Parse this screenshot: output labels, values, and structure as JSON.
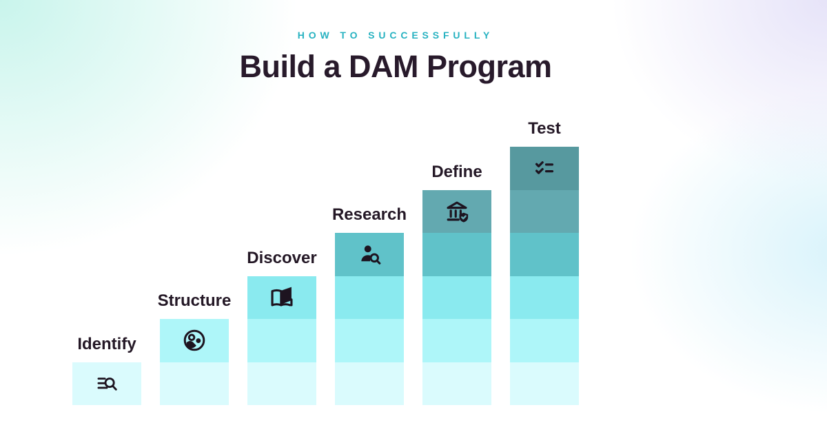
{
  "header": {
    "eyebrow": "HOW TO SUCCESSFULLY",
    "title": "Build a DAM Program"
  },
  "colors": {
    "eyebrow_teal": "#27b2c1",
    "title_dark": "#281a2b",
    "label_dark": "#241826",
    "icon_dark": "#1d1420",
    "shield_check_on_teal": "#63a9b0",
    "bg_corner_mint": "#c6f4eb",
    "bg_corner_lavender": "#e5e2f8",
    "bg_right_cyan": "#d2f1fa",
    "segment_levels_bottom_to_top": [
      "#dafbfd",
      "#aef6f9",
      "#8aeaef",
      "#60c2c9",
      "#63a9b0",
      "#57999f"
    ]
  },
  "chart_data": {
    "type": "bar",
    "subtitle": "HOW TO SUCCESSFULLY",
    "title": "Build a DAM Program",
    "categories": [
      "Identify",
      "Structure",
      "Discover",
      "Research",
      "Define",
      "Test"
    ],
    "values": [
      1,
      2,
      3,
      4,
      5,
      6
    ],
    "value_meaning": "number of stacked segments per step (staircase of 6 steps, each 1 unit taller)",
    "icons": [
      "list-search-icon",
      "photo-circle-icon",
      "open-book-icon",
      "user-search-icon",
      "bank-shield-icon",
      "checklist-icon"
    ],
    "xlabel": "",
    "ylabel": "",
    "ylim": [
      0,
      6
    ],
    "grid": false,
    "legend": false,
    "axes_shown": false,
    "bar_labels_position": "above each bar, centered",
    "segment_color_rule": "segment color depends on its height level: lightest cyan at bottom level to dark muted teal at level 6"
  }
}
